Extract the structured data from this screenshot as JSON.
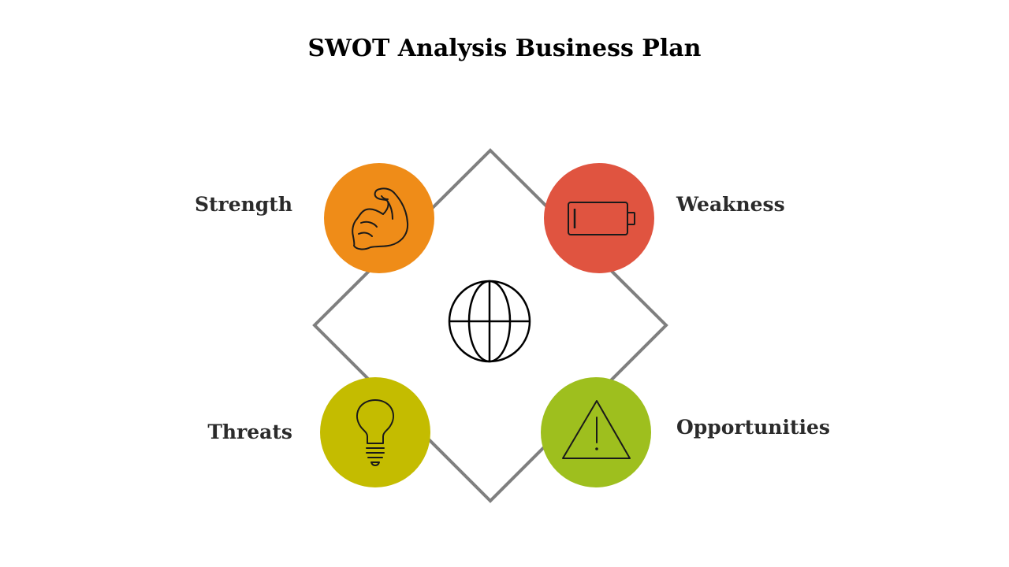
{
  "title": "SWOT Analysis Business Plan",
  "quadrants": [
    {
      "key": "strength",
      "label": "Strength",
      "color": "#ef8c18",
      "icon": "flexed-arm-icon"
    },
    {
      "key": "weakness",
      "label": "Weakness",
      "color": "#e05440",
      "icon": "low-battery-icon"
    },
    {
      "key": "threats",
      "label": "Threats",
      "color": "#c4bc00",
      "icon": "light-bulb-icon"
    },
    {
      "key": "opportunities",
      "label": "Opportunities",
      "color": "#9ebf1e",
      "icon": "warning-triangle-icon"
    }
  ],
  "center_icon": "globe-icon",
  "frame_color": "#7f7f7f"
}
